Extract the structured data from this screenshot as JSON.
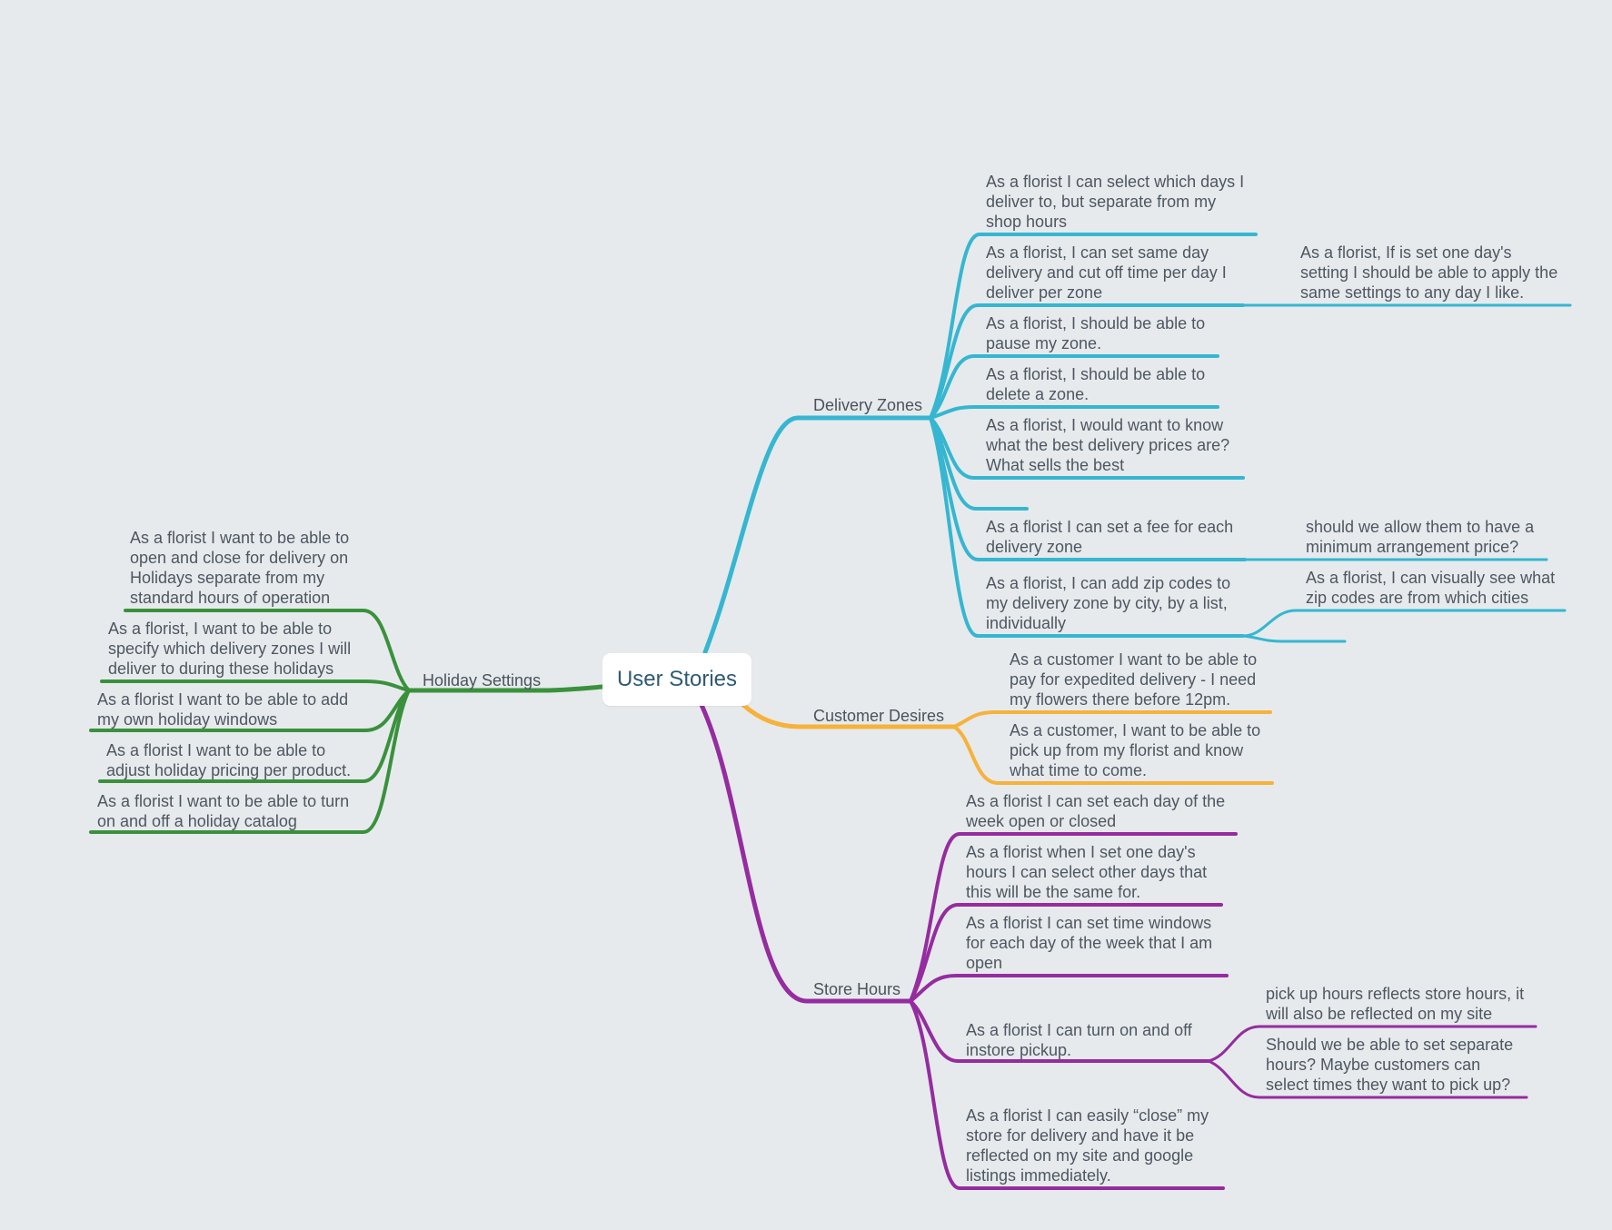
{
  "colors": {
    "background": "#e6eaed",
    "delivery": "#36b6d0",
    "customer": "#f6b23a",
    "store": "#952c9f",
    "holiday": "#3a913c",
    "text": "#4e5761",
    "root_text": "#2f5a73"
  },
  "root": {
    "label": "User Stories"
  },
  "branches": {
    "delivery": {
      "label": "Delivery Zones",
      "items": [
        "As a florist I can select which days I\ndeliver to, but separate from my\nshop hours",
        "As a florist, I can set same day\ndelivery and cut off time per day I\ndeliver per zone",
        "As a florist, I should be able to\npause my zone.",
        "As a florist, I should be able to\ndelete a zone.",
        "As a florist, I would want to know\nwhat the best delivery prices are?\nWhat sells the best",
        "",
        "As a florist I can set a fee for each\ndelivery zone",
        "As a florist, I can add zip codes to\nmy delivery zone by city, by a list,\nindividually"
      ],
      "sub": [
        "As a florist, If is set one day's\nsetting I should be able to apply the\nsame settings to any day I like.",
        "should we allow them to have a\nminimum arrangement price?",
        "As a florist, I can visually see what\nzip codes are from which cities",
        ""
      ]
    },
    "customer": {
      "label": "Customer Desires",
      "items": [
        "As a customer I want to be able to\npay for expedited delivery - I need\nmy flowers there before 12pm.",
        "As a customer, I want to be able to\npick up from my florist and know\nwhat time to come."
      ]
    },
    "store": {
      "label": "Store Hours",
      "items": [
        "As a florist I can set each day of the\nweek open or closed",
        "As a florist when I set one day's\nhours I can select other days that\nthis will be the same for.",
        "As a florist I can set time windows\nfor each day of the week that I am\nopen",
        "As a florist I can turn on and off\ninstore pickup.",
        "As a florist I can easily “close” my\nstore for delivery and have it be\nreflected on my site and google\nlistings immediately."
      ],
      "sub": [
        "pick up hours reflects store hours, it\nwill also be reflected on my site",
        "Should we be able to set separate\nhours? Maybe customers can\nselect times they want to pick up?"
      ]
    },
    "holiday": {
      "label": "Holiday Settings",
      "items": [
        "As a florist I want to be able to\nopen and close for delivery on\nHolidays separate from my\nstandard hours of operation",
        "As a florist, I want to be able to\nspecify which delivery zones I will\ndeliver to during these holidays",
        "As a florist I want to be able to add\nmy own holiday windows",
        "As a florist I want to be able to\nadjust holiday pricing per product.",
        "As a florist I want to be able to turn\non and off a holiday catalog"
      ]
    }
  }
}
